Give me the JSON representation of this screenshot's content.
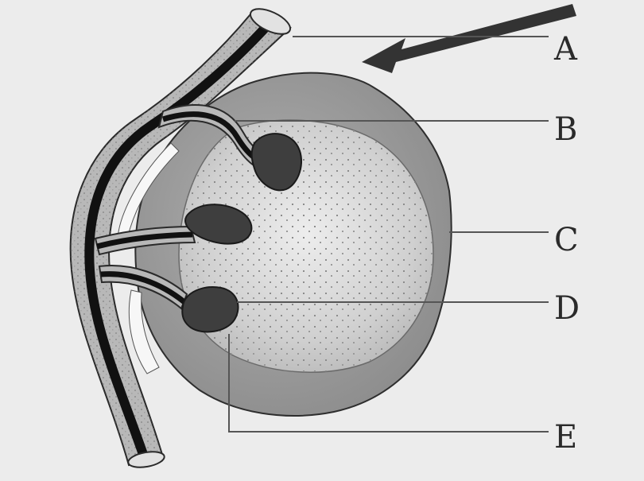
{
  "labels": {
    "a": "A",
    "b": "B",
    "c": "C",
    "d": "D",
    "e": "E"
  },
  "colors": {
    "background": "#ececec",
    "outer_layer": "#9a9a9a",
    "inner_body": "#d2d2d2",
    "dark_cluster": "#3e3e3e",
    "vessel_tube": "#b5b5b5",
    "vessel_core": "#111111",
    "leader_line": "#555555",
    "arrow": "#333333"
  }
}
